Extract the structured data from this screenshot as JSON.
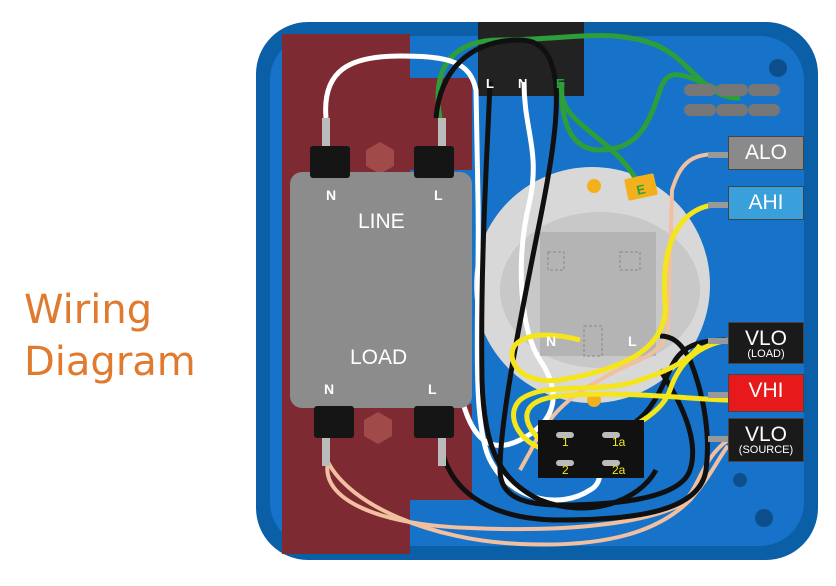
{
  "title_line1": "Wiring",
  "title_line2": "Diagram",
  "filter": {
    "top_label": "LINE",
    "bottom_label": "LOAD",
    "top_n": "N",
    "top_l": "L",
    "bottom_n": "N",
    "bottom_l": "L"
  },
  "inlet": {
    "l": "L",
    "n": "N",
    "e": "E"
  },
  "ground_lug": "E",
  "socket": {
    "n": "N",
    "l": "L"
  },
  "switch": {
    "p1": "1",
    "p1a": "1a",
    "p2": "2",
    "p2a": "2a"
  },
  "terminals": [
    {
      "id": "alo",
      "label": "ALO",
      "sub": "",
      "color": "#8a8a8a"
    },
    {
      "id": "ahi",
      "label": "AHI",
      "sub": "",
      "color": "#3aa0dc"
    },
    {
      "id": "vlo_load",
      "label": "VLO",
      "sub": "(LOAD)",
      "color": "#1a1a1a"
    },
    {
      "id": "vhi",
      "label": "VHI",
      "sub": "",
      "color": "#e8191a"
    },
    {
      "id": "vlo_source",
      "label": "VLO",
      "sub": "(SOURCE)",
      "color": "#1a1a1a"
    }
  ],
  "colors": {
    "enclosure": "#0b5fa6",
    "panel": "#1673c9",
    "filter_body": "#8c8c8c",
    "wire_yellow": "#f5e51b",
    "wire_green": "#2e9e3b",
    "wire_tan": "#f1c0a0",
    "title": "#e07a2e"
  }
}
